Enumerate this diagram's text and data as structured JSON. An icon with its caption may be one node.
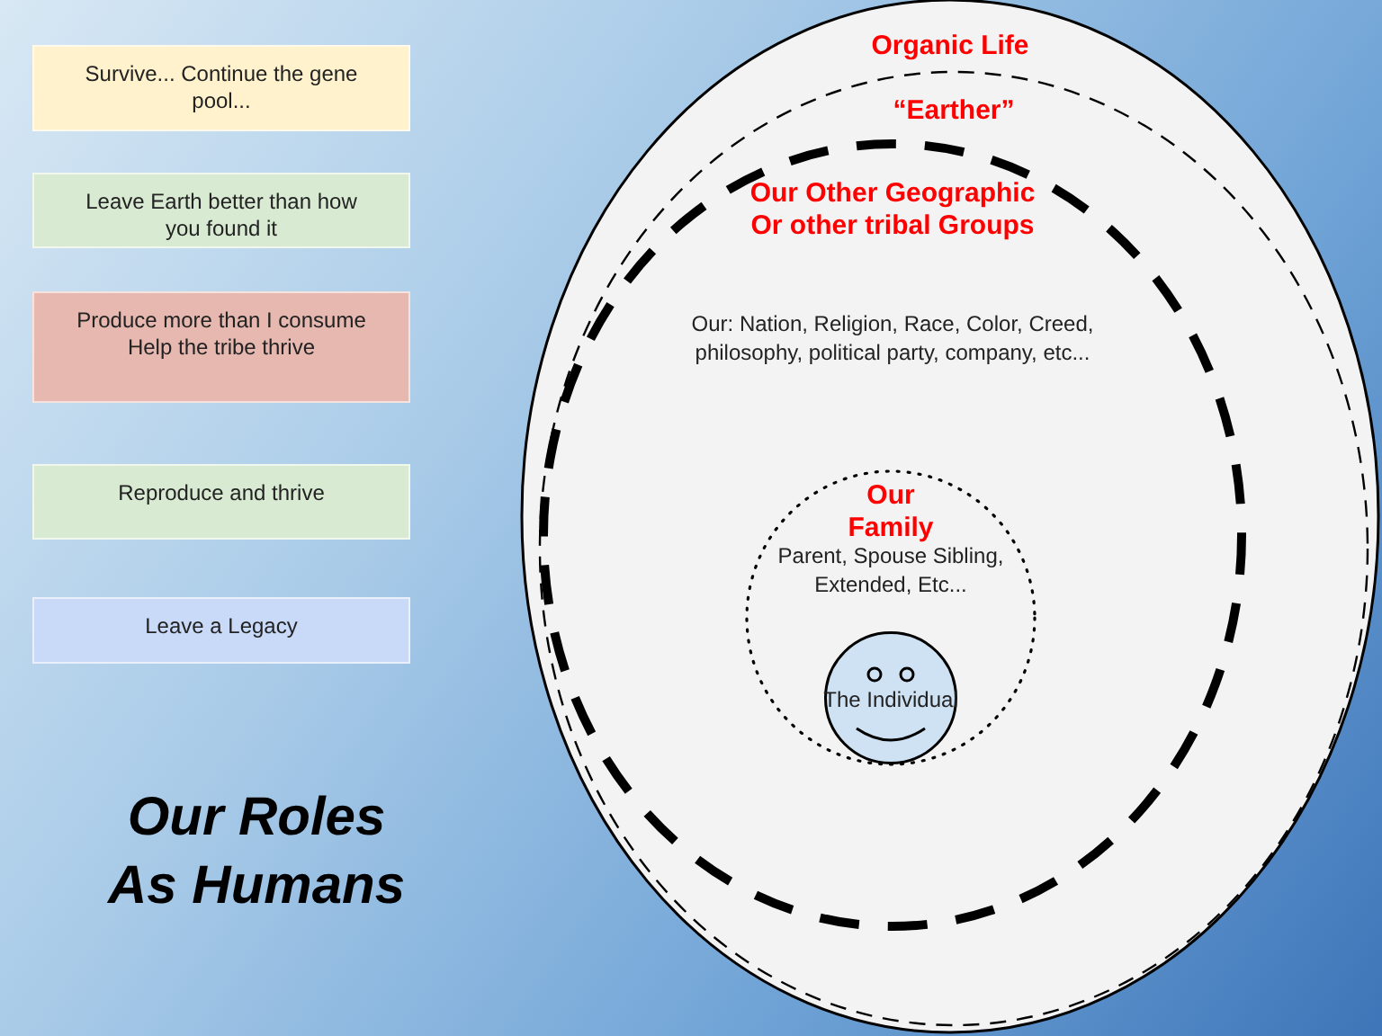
{
  "diagram": {
    "title": "Our Roles As Humans",
    "nodes": [
      {
        "text": [
          "Survive... Continue the gene pool..."
        ]
      },
      {
        "text": [
          "Leave Earth better than how you found it"
        ]
      },
      {
        "text": [
          "Produce more than I consume Help the tribe thrive"
        ]
      },
      {
        "text": [
          "Reproduce and thrive"
        ]
      },
      {
        "text": [
          "Leave a Legacy"
        ]
      },
      {
        "text": [
          "Organic Life"
        ]
      },
      {
        "text": [
          "“Earther”"
        ],
        "in": 5
      },
      {
        "text": [
          "Our Other Geographic Or other tribal Groups",
          "Our: Nation, Religion, Race, Color, Creed, philosophy, political party, company, etc..."
        ],
        "in": 6
      },
      {
        "text": [
          "Our Family",
          "Parent, Spouse Sibling, Extended, Etc..."
        ],
        "in": 7
      },
      {
        "text": [
          "The Individual"
        ],
        "in": 8
      }
    ],
    "edges": []
  }
}
